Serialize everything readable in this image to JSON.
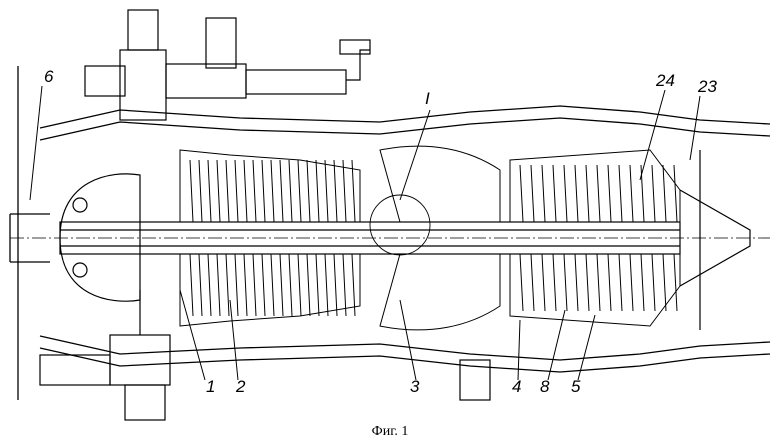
{
  "figure": {
    "caption": "Фиг. 1",
    "labels": [
      {
        "id": "6",
        "text": "6"
      },
      {
        "id": "I",
        "text": "I"
      },
      {
        "id": "24",
        "text": "24"
      },
      {
        "id": "23",
        "text": "23"
      },
      {
        "id": "1",
        "text": "1"
      },
      {
        "id": "2",
        "text": "2"
      },
      {
        "id": "3",
        "text": "3"
      },
      {
        "id": "4",
        "text": "4"
      },
      {
        "id": "8",
        "text": "8"
      },
      {
        "id": "5",
        "text": "5"
      }
    ]
  }
}
